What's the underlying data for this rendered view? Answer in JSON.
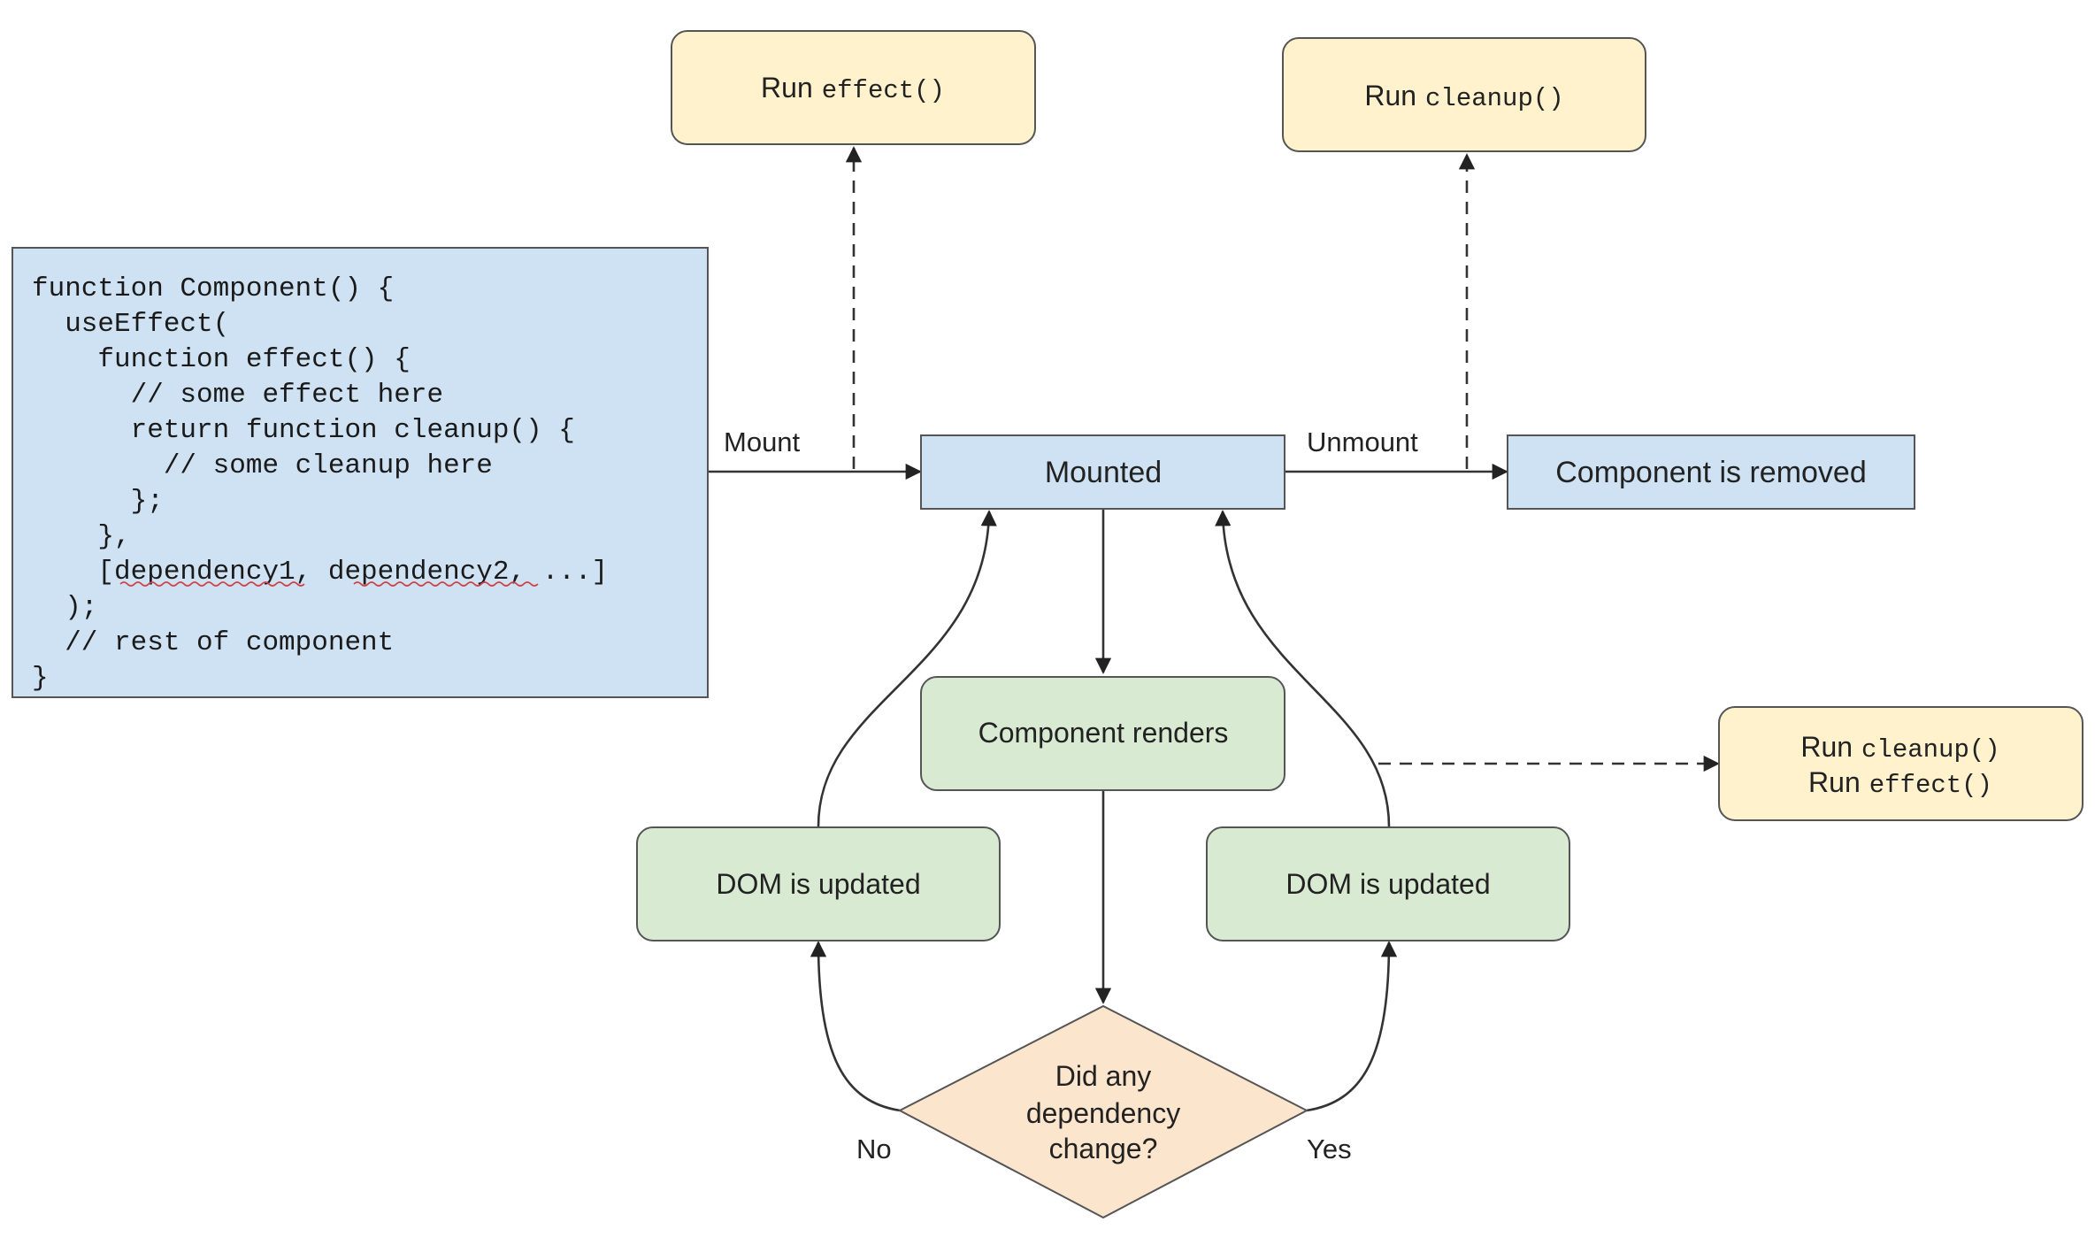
{
  "code_block": {
    "lines": [
      "function Component() {",
      "  useEffect(",
      "    function effect() {",
      "      // some effect here",
      "      return function cleanup() {",
      "        // some cleanup here",
      "      };",
      "    },",
      "    [dependency1, dependency2, ...]",
      "  );",
      "  // rest of component",
      "}"
    ]
  },
  "nodes": {
    "run_effect_top": {
      "prefix": "Run",
      "code": "effect()"
    },
    "run_cleanup_top": {
      "prefix": "Run",
      "code": "cleanup()"
    },
    "mounted": {
      "label": "Mounted"
    },
    "component_removed": {
      "label": "Component is removed"
    },
    "component_renders": {
      "label": "Component renders"
    },
    "dom_updated_left": {
      "label": "DOM is updated"
    },
    "dom_updated_right": {
      "label": "DOM is updated"
    },
    "dependency_check": {
      "lines": [
        "Did any",
        "dependency",
        "change?"
      ]
    },
    "run_cleanup_effect": {
      "line1_prefix": "Run",
      "line1_code": "cleanup()",
      "line2_prefix": "Run",
      "line2_code": "effect()"
    }
  },
  "edge_labels": {
    "mount": "Mount",
    "unmount": "Unmount",
    "no": "No",
    "yes": "Yes"
  },
  "colors": {
    "blue_fill": "#cfe2f3",
    "yellow_fill": "#fff2cc",
    "green_fill": "#d9ead3",
    "orange_fill": "#fce5cd",
    "stroke": "#555555"
  }
}
